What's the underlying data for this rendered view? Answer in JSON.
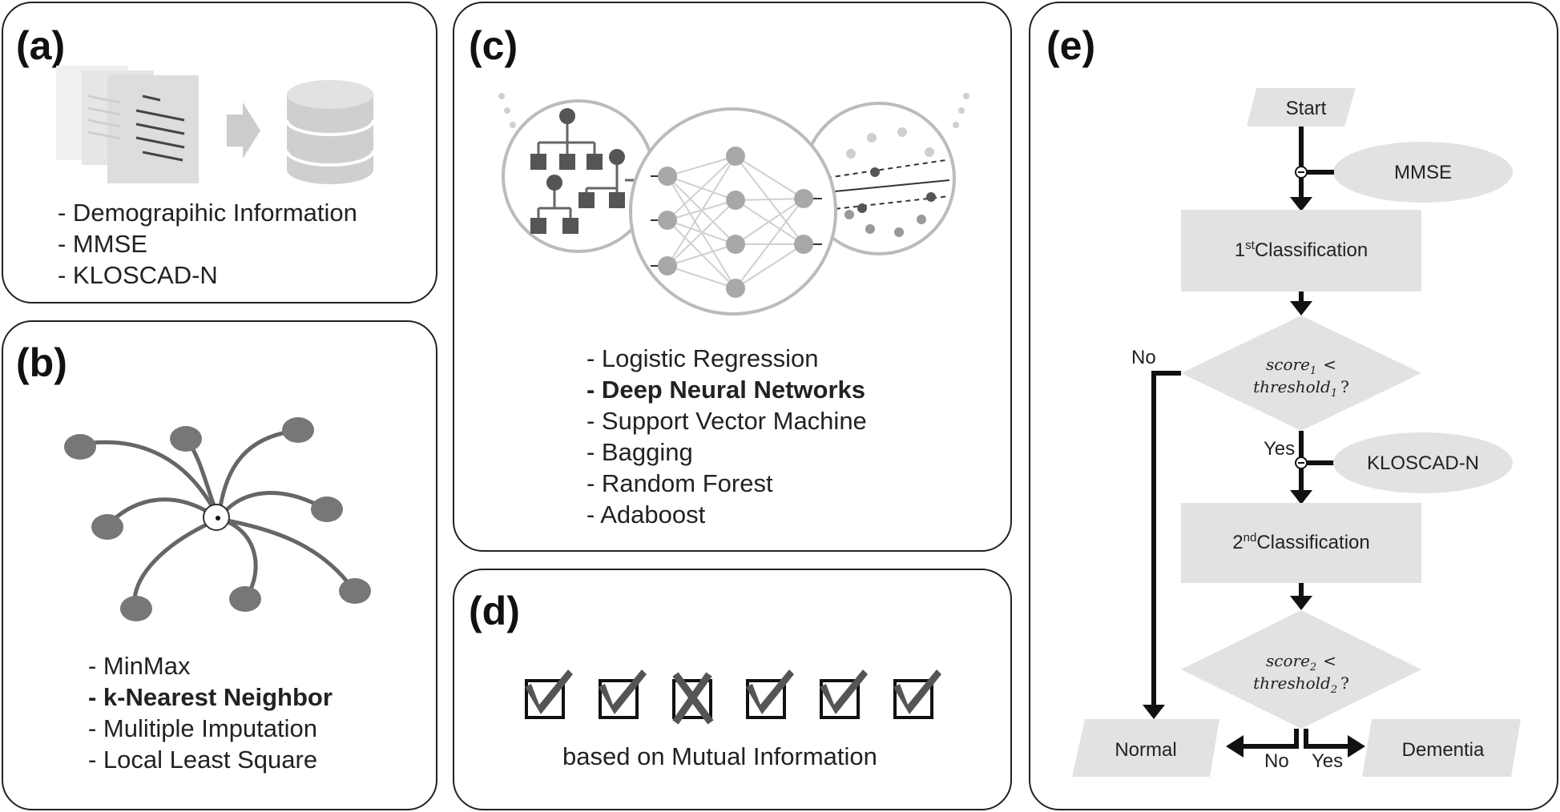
{
  "panels": {
    "a": {
      "label": "(a)",
      "items": [
        "- Demograpihic Information",
        "- MMSE",
        "- KLOSCAD-N"
      ]
    },
    "b": {
      "label": "(b)",
      "items": [
        "- MinMax",
        "- k-Nearest Neighbor",
        "- Mulitiple Imputation",
        "- Local Least Square"
      ]
    },
    "c": {
      "label": "(c)",
      "items": [
        "- Logistic Regression",
        "- Deep Neural Networks",
        "- Support Vector Machine",
        "- Bagging",
        "- Random Forest",
        "- Adaboost"
      ]
    },
    "d": {
      "label": "(d)",
      "caption": "based on Mutual Information",
      "checkboxes": [
        "checked",
        "checked",
        "crossed",
        "checked",
        "checked",
        "checked"
      ]
    },
    "e": {
      "label": "(e)",
      "start": "Start",
      "mmse": "MMSE",
      "first_class_sup": "st",
      "first_class_num": "1",
      "first_class_text": "Classification",
      "decision1_line1": "score",
      "decision1_sub1": "1",
      "decision1_lt": "<",
      "decision1_line2": "threshold",
      "decision1_sub2": "1",
      "decision1_q": "?",
      "no_label_1": "No",
      "yes_label_1": "Yes",
      "kloscad": "KLOSCAD-N",
      "second_class_num": "2",
      "second_class_sup": "nd",
      "second_class_text": "Classification",
      "decision2_line1": "score",
      "decision2_sub1": "2",
      "decision2_lt": "<",
      "decision2_line2": "threshold",
      "decision2_sub2": "2",
      "decision2_q": "?",
      "normal": "Normal",
      "dementia": "Dementia",
      "no_label_2": "No",
      "yes_label_2": "Yes"
    }
  }
}
